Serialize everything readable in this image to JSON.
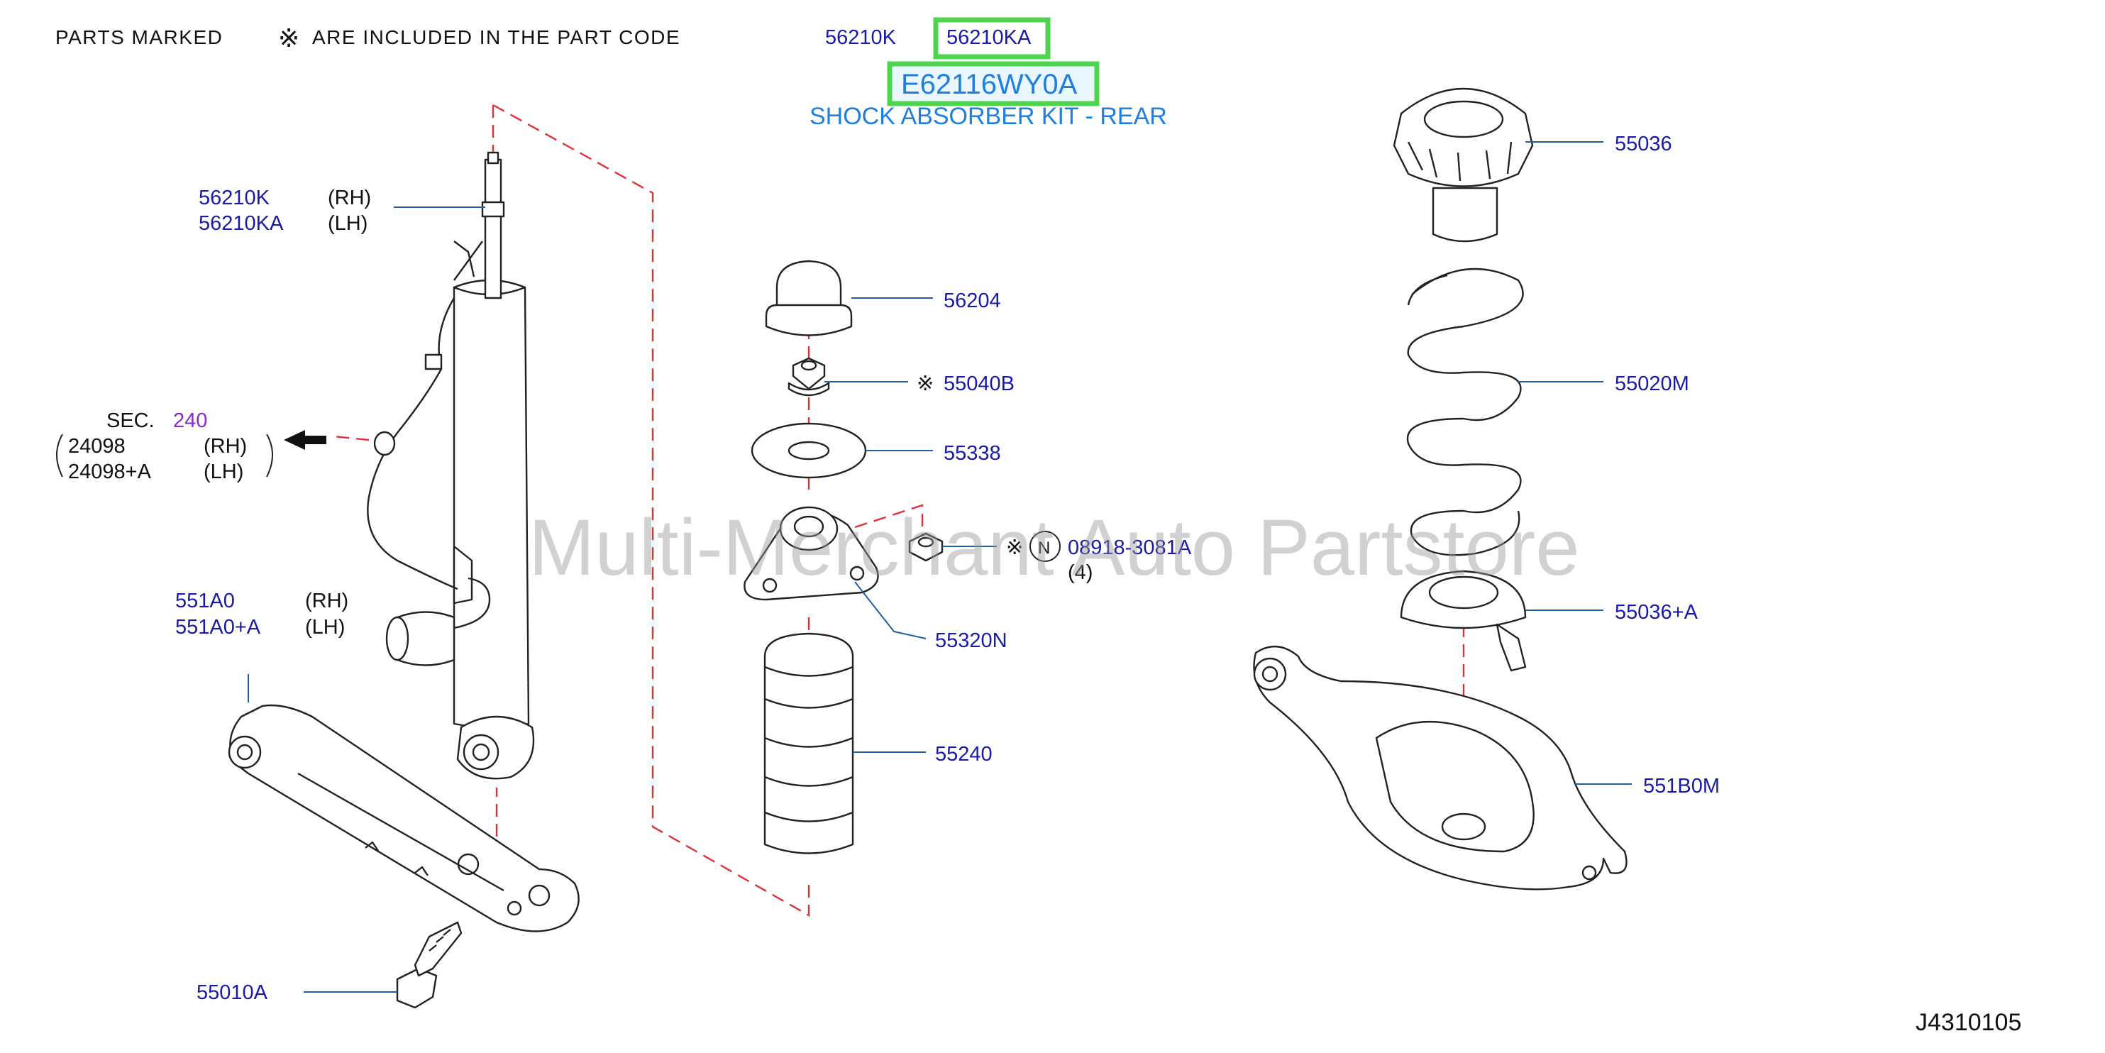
{
  "header": {
    "parts_marked": "PARTS   MARKED",
    "mark_symbol": "※",
    "included_text": "ARE   INCLUDED   IN   THE   PART   CODE",
    "code_1": "56210K",
    "separator": ",",
    "code_2": "56210KA",
    "kit_code": "E62116WY0A",
    "kit_name": "SHOCK ABSORBER KIT - REAR"
  },
  "parts": {
    "shock_rh_code": "56210K",
    "shock_rh_side": "(RH)",
    "shock_lh_code": "56210KA",
    "shock_lh_side": "(LH)",
    "sec_label": "SEC.",
    "sec_number": "240",
    "harness_rh_code": "24098",
    "harness_rh_side": "(RH)",
    "harness_lh_code": "24098+A",
    "harness_lh_side": "(LH)",
    "link_rh_code": "551A0",
    "link_rh_side": "(RH)",
    "link_lh_code": "551A0+A",
    "link_lh_side": "(LH)",
    "bolt_code": "55010A",
    "bump_cap": "56204",
    "nut_mark": "※",
    "nut_code": "55040B",
    "washer_code": "55338",
    "mount_code": "55320N",
    "bump_stop": "55240",
    "mount_nut_mark": "※",
    "mount_nut_circle": "N",
    "mount_nut_code": "08918-3081A",
    "mount_nut_qty": "(4)",
    "upper_seat": "55036",
    "spring": "55020M",
    "lower_seat": "55036+A",
    "lower_arm": "551B0M"
  },
  "watermark": "Multi-Merchant Auto Partstore",
  "diagram_id": "J4310105",
  "colors": {
    "part_number": "#1a1aa8",
    "highlight_box": "#4fd44f",
    "dashed_guide": "#e0303a",
    "kit_text": "#1e7fe0",
    "sec_number": "#8a2bc8"
  }
}
